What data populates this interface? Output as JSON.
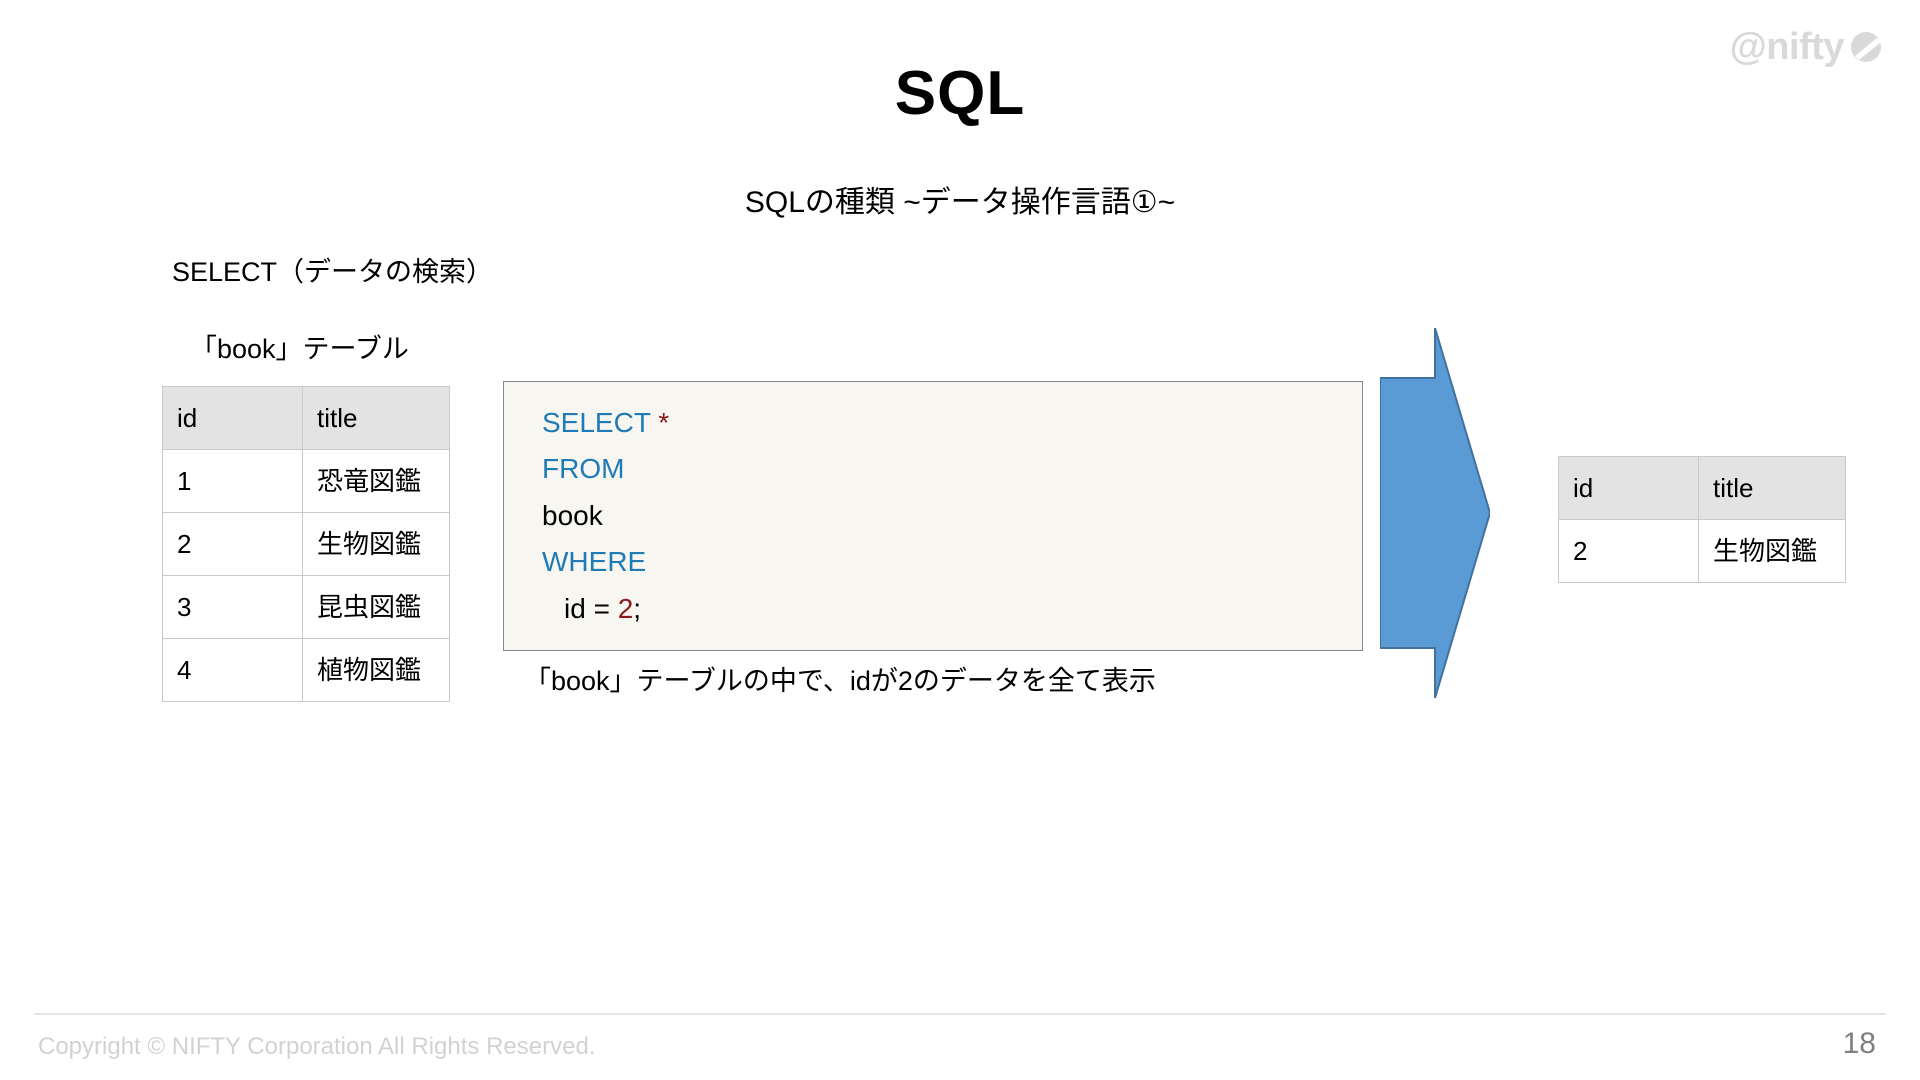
{
  "brand": {
    "name": "@nifty",
    "logo_icon": "nifty-circle-mark"
  },
  "slide": {
    "title": "SQL",
    "subtitle": "SQLの種類 ~データ操作言語①~",
    "section_label": "SELECT（データの検索）"
  },
  "source_table": {
    "caption": "「book」テーブル",
    "columns": [
      "id",
      "title"
    ],
    "rows": [
      [
        "1",
        "恐竜図鑑"
      ],
      [
        "2",
        "生物図鑑"
      ],
      [
        "3",
        "昆虫図鑑"
      ],
      [
        "4",
        "植物図鑑"
      ]
    ]
  },
  "code": {
    "lines": [
      {
        "keyword": "SELECT",
        "literal": "*",
        "plain": ""
      },
      {
        "keyword": "FROM",
        "literal": "",
        "plain": ""
      },
      {
        "keyword": "",
        "literal": "",
        "plain": "book"
      },
      {
        "keyword": "WHERE",
        "literal": "",
        "plain": ""
      },
      {
        "keyword": "",
        "literal": "2",
        "plain": "id = ",
        "tail": ";"
      }
    ],
    "line1_keyword": "SELECT",
    "line1_literal": "*",
    "line2_keyword": "FROM",
    "line3_plain": "book",
    "line4_keyword": "WHERE",
    "line5_prefix": "id = ",
    "line5_literal": "2",
    "line5_suffix": ";",
    "caption": "「book」テーブルの中で、idが2のデータを全て表示",
    "keyword_color": "#1f7bb5",
    "literal_color": "#8b1a1a",
    "background_color": "#f7f6f1",
    "border_color": "#808b96"
  },
  "arrow": {
    "icon": "right-arrow-icon",
    "fill_color": "#5b9bd5",
    "stroke_color": "#41719c"
  },
  "result_table": {
    "columns": [
      "id",
      "title"
    ],
    "rows": [
      [
        "2",
        "生物図鑑"
      ]
    ]
  },
  "footer": {
    "copyright": "Copyright © NIFTY Corporation All Rights Reserved.",
    "page_number": "18"
  }
}
